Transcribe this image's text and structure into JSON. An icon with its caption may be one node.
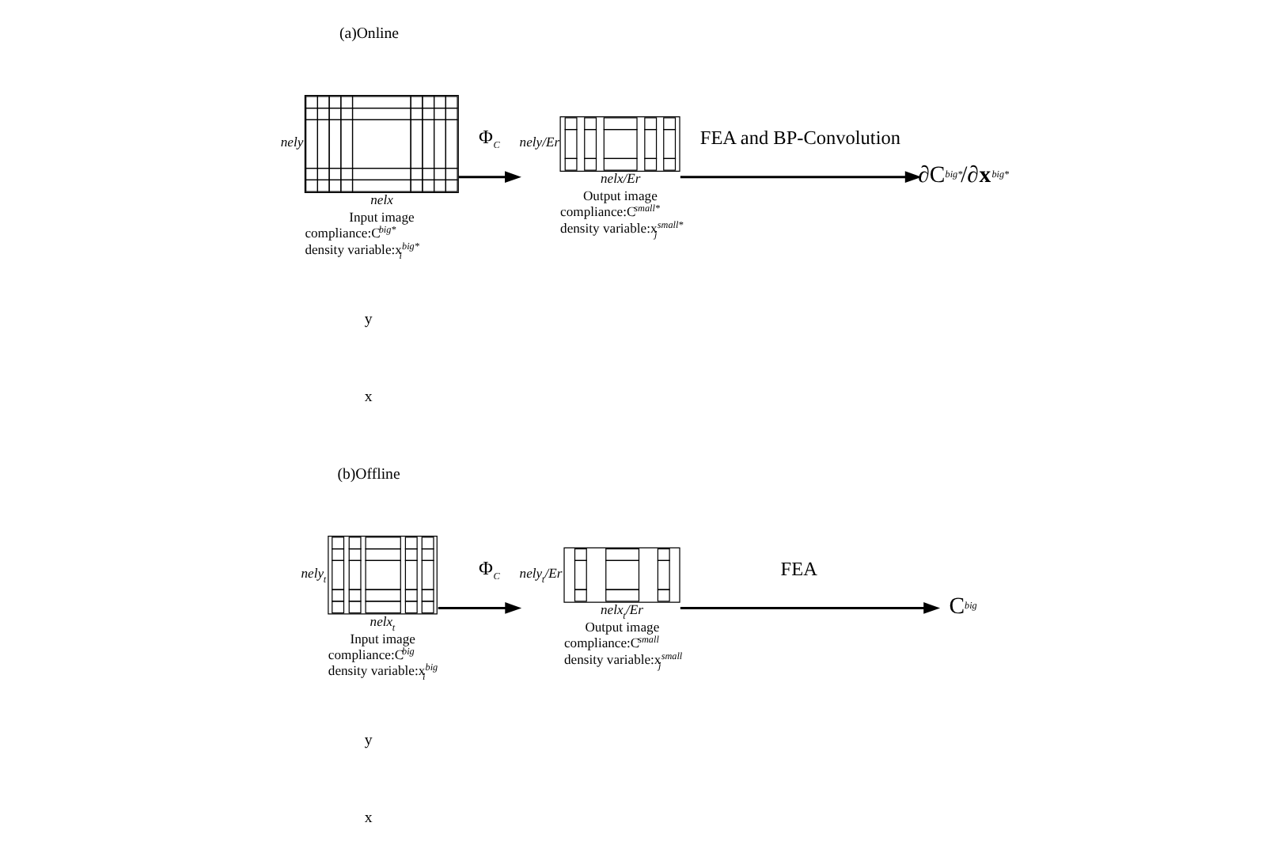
{
  "diagram": {
    "nodes": [
      {
        "text": [],
        "shape": "grid",
        "beside": [
          "nely",
          "nelx",
          "Input image",
          "compliance:C$^{big*}$",
          "density variable:x$_{i}$$^{big*}$"
        ]
      },
      {
        "text": [],
        "shape": "grid",
        "beside": [
          "nely/Er",
          "nelx/Er",
          "Output image",
          "compliance:C$^{small*}$",
          "density variable:x$_{j}$$^{small*}$"
        ]
      },
      {
        "text": [
          "∂C$^{big*}$/∂**x**$^{big*}$"
        ]
      },
      {
        "text": [],
        "shape": "grid",
        "beside": [
          "nely$_{t}$",
          "nelx$_{t}$",
          "Input image",
          "compliance:C$^{big}$",
          "density variable:x$_{i}$$^{big}$"
        ]
      },
      {
        "text": [],
        "shape": "grid",
        "beside": [
          "nely$_{t}$/Er",
          "nelx$_{t}$/Er",
          "Output image",
          "compliance:C$^{small}$",
          "density variable:x$_{j}$$^{small}$"
        ]
      },
      {
        "text": [
          "C$^{big}$"
        ]
      }
    ],
    "edges": [
      {
        "from": 0,
        "to": 1,
        "arrow": "to",
        "label": "Φ$_{C}$"
      },
      {
        "from": 1,
        "to": 2,
        "arrow": "to",
        "label": "FEA and BP-Convolution"
      },
      {
        "from": 3,
        "to": 4,
        "arrow": "to",
        "label": "Φ$_{C}$"
      },
      {
        "from": 4,
        "to": 5,
        "arrow": "to",
        "label": "FEA"
      }
    ],
    "labels": [
      "(a)Online",
      "y",
      "x",
      "(b)Offline",
      "y",
      "x"
    ]
  }
}
